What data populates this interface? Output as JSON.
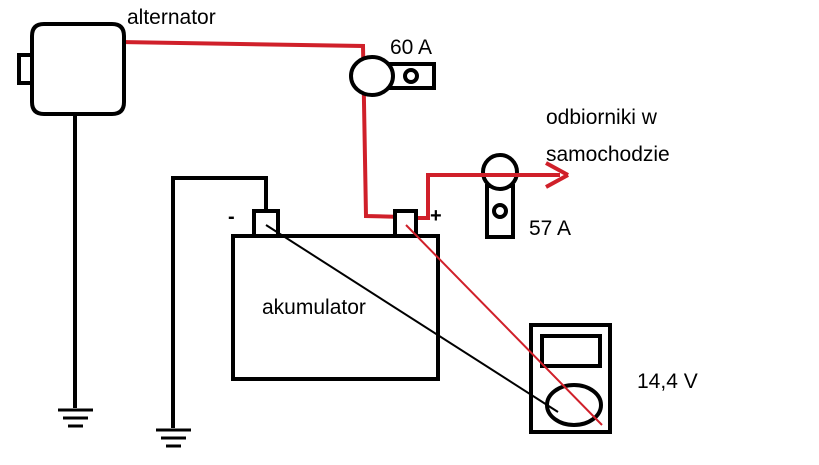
{
  "colors": {
    "wire_red": "#d0202a",
    "wire_black": "#000000",
    "background": "#ffffff"
  },
  "labels": {
    "alternator": "alternator",
    "battery": "akumulator",
    "consumers_line1": "odbiorniki w",
    "consumers_line2": "samochodzie",
    "current_upper": "60 A",
    "current_lower": "57 A",
    "voltage": "14,4 V",
    "minus": "-",
    "plus": "+"
  },
  "icons": {
    "alternator": "alternator-icon",
    "battery": "battery-icon",
    "clamp_meter": "clamp-meter-icon",
    "multimeter": "multimeter-icon",
    "ground": "ground-icon",
    "arrow": "arrow-right-icon"
  }
}
